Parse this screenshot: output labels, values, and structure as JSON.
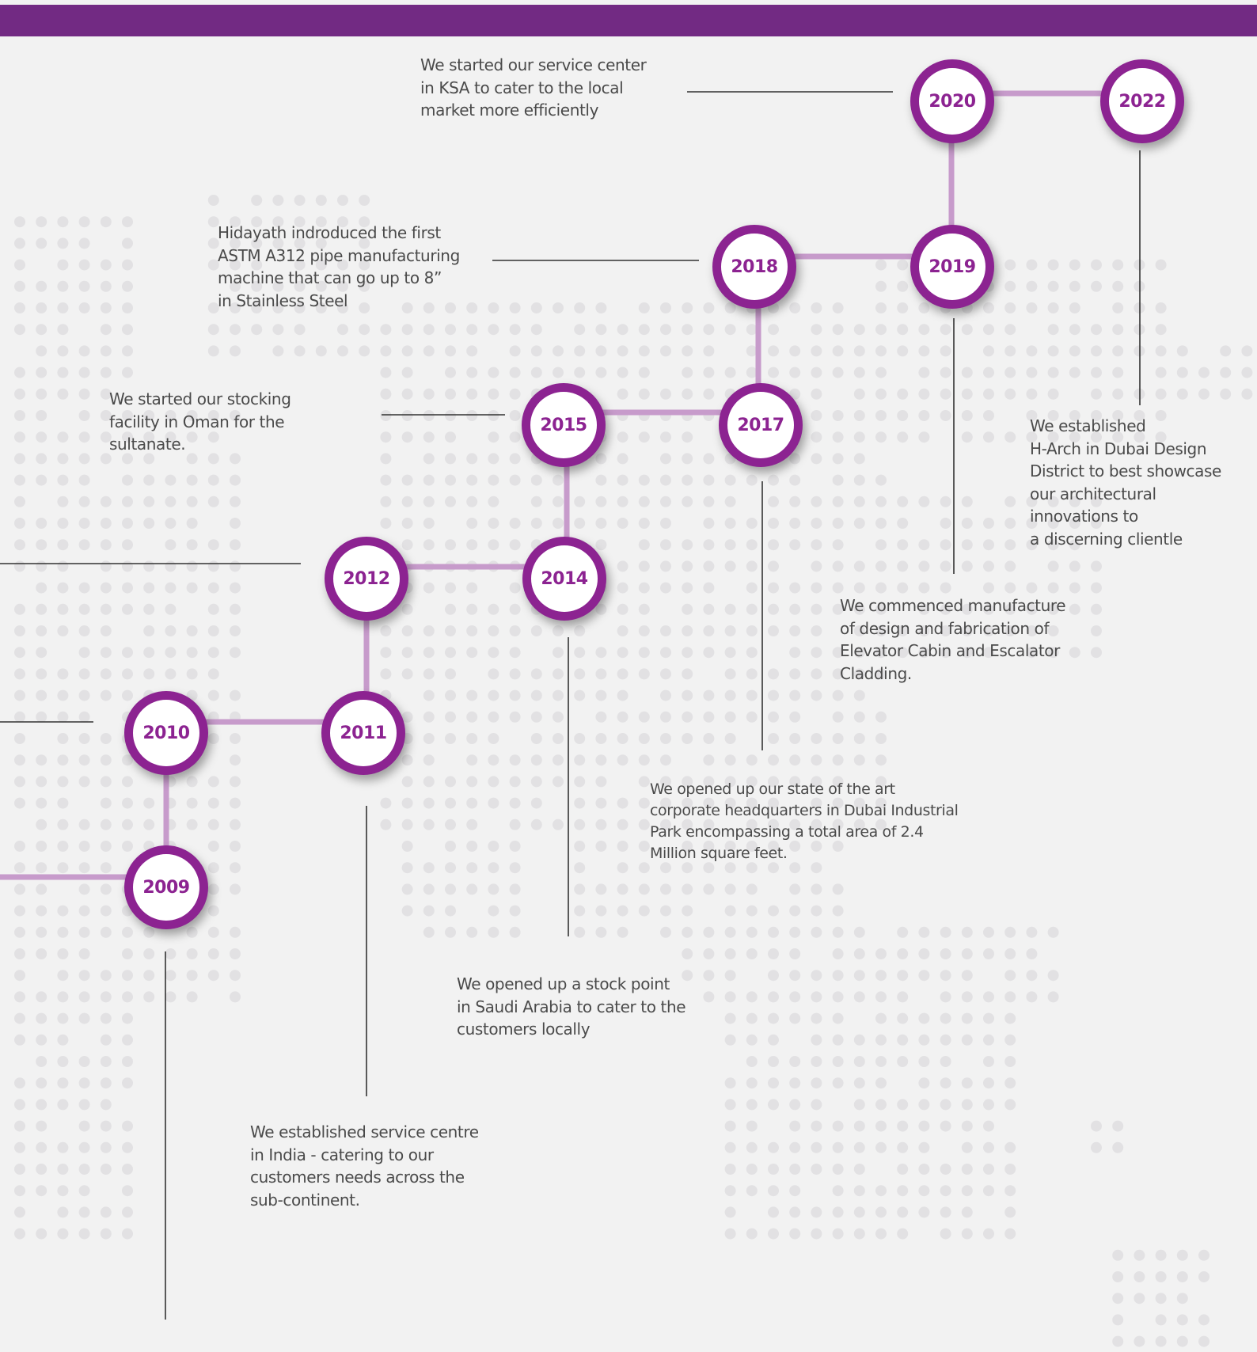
{
  "colors": {
    "brand_purple": "#722a83",
    "node_ring": "#8c2391",
    "connector": "#c79bcb",
    "leader_line": "#333333",
    "dots": "#e2e1e3",
    "text": "#4a4a4a"
  },
  "milestones": [
    {
      "year": "2009",
      "lines": [
        "We established service centre",
        "in India - catering to our",
        "customers needs across the",
        "sub-continent."
      ]
    },
    {
      "year": "2010",
      "lines": []
    },
    {
      "year": "2011",
      "lines": [
        "We opened up a stock point",
        "in Saudi Arabia to cater to the",
        "customers locally"
      ]
    },
    {
      "year": "2012",
      "lines": []
    },
    {
      "year": "2014",
      "lines": [
        "We opened up our state of the art",
        "corporate headquarters in Dubai Industrial",
        "Park encompassing a total area of 2.4",
        "Million square feet."
      ]
    },
    {
      "year": "2015",
      "lines": [
        "We started our stocking",
        "facility in Oman for the",
        "sultanate."
      ]
    },
    {
      "year": "2017",
      "lines": [
        "We commenced manufacture",
        "of design and fabrication of",
        "Elevator Cabin and Escalator",
        "Cladding."
      ]
    },
    {
      "year": "2018",
      "lines": [
        "Hidayath indroduced the first",
        "ASTM A312 pipe manufacturing",
        "machine that can go up to 8”",
        "in Stainless Steel"
      ]
    },
    {
      "year": "2019",
      "lines": [
        "We established",
        "H-Arch in Dubai Design",
        "District to best showcase",
        "our architectural",
        "innovations to",
        "a discerning clientle"
      ]
    },
    {
      "year": "2020",
      "lines": [
        "We started our service center",
        "in KSA to cater to the local",
        "market more efficiently"
      ]
    },
    {
      "year": "2022",
      "lines": []
    }
  ]
}
